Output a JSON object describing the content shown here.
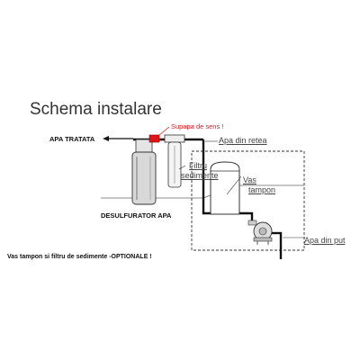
{
  "title": "Schema instalare",
  "labels": {
    "treated_water": "APA TRATATA",
    "check_valve": "Supapa de sens !",
    "mains_water": "Apa din retea",
    "sediment_filter_line1": "Filtru",
    "sediment_filter_line2": "sedimente",
    "buffer_tank_line1": "Vas",
    "buffer_tank_line2": "tampon",
    "desulfurator": "DESULFURATOR APA",
    "well_water": "Apa din put"
  },
  "note": "Vas tampon si filtru de sedimente -OPTIONALE !",
  "colors": {
    "accent_red": "#e0151b",
    "line": "#111111",
    "text_gray": "#444444"
  }
}
